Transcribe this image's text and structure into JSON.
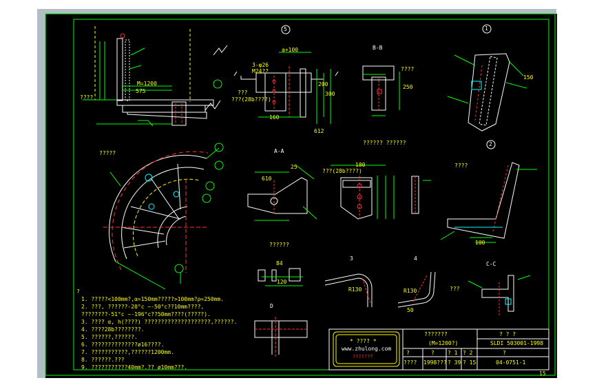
{
  "colors": {
    "page_bg": "#ffffff",
    "frame_bg": "#b2bdc5",
    "drawing_bg": "#000000",
    "border": "#00ff00",
    "line": "#ffffff",
    "dim": "#00ff00",
    "text": "#ffff00",
    "accent": "#ff3333",
    "hatch": "#00ffff"
  },
  "views": {
    "v5_label": "5",
    "bb_label": "B-B",
    "aa_label": "A-A",
    "cc_label": "C-C",
    "dd_label": "D",
    "v1_label": "1",
    "v2_label": "2",
    "v3_label": "3",
    "v4_label": "4",
    "detail_title": "?????? ??????",
    "part_title": "??????"
  },
  "dims": {
    "d_1200": "M=1200",
    "d_575": "575",
    "d_a100": "a+100",
    "d_160": "160",
    "d_200": "200",
    "d_300": "300",
    "d_612": "612",
    "d_250": "250",
    "d_150": "150",
    "d_100": "100",
    "d_84": "84",
    "d_120": "120",
    "d_180": "180",
    "d_610": "610",
    "d_25": "25",
    "d_r130a": "R130",
    "d_r130b": "R130",
    "d_50": "50",
    "d_3phi26": "3-φ26",
    "d_m24": "M24??"
  },
  "callouts": {
    "c1": "????",
    "c2": "???",
    "c3": "???(28b????)",
    "c4": "????",
    "c5": "?????",
    "c6": "???(28b????)",
    "c7": "???",
    "c8": "????"
  },
  "notes": {
    "head": "?",
    "items": [
      "1. ?????<100mm?,α=150mm?????>100mm?ρ=250mm.",
      "2. ???, ??????-20°c ~-50°c??10mm????,",
      "   ????????-51°c ~-196°c??50mm????(?????).",
      "3. ???? α, h(????) ????????????????????,??????.",
      "4. ????28b????????.",
      "5. ??????,??????.",
      "6. ??????????????ø16????.",
      "7. ???????????,??????1200mm.",
      "8. ??????.???",
      "9. ???????????40mm?.?? ø10mm???."
    ]
  },
  "titleblock": {
    "stamp_stars": "* ???? *",
    "stamp_site": "www.zhulong.com",
    "stamp_red": "???????",
    "drawing_name": "???????",
    "drawing_sub": "(M=1200?)",
    "standard_hdr": "?   ?   ?",
    "standard": "SLDI 503001-1998",
    "row_a": "?",
    "row_b": "?",
    "row_c": "? 1",
    "row_d": "? 2",
    "row_e": "?",
    "date_label": "????",
    "date": "1998???",
    "ver": "? 39",
    "page": "? 15",
    "drawing_no": "04-0751-1"
  },
  "sheet_number": "15"
}
